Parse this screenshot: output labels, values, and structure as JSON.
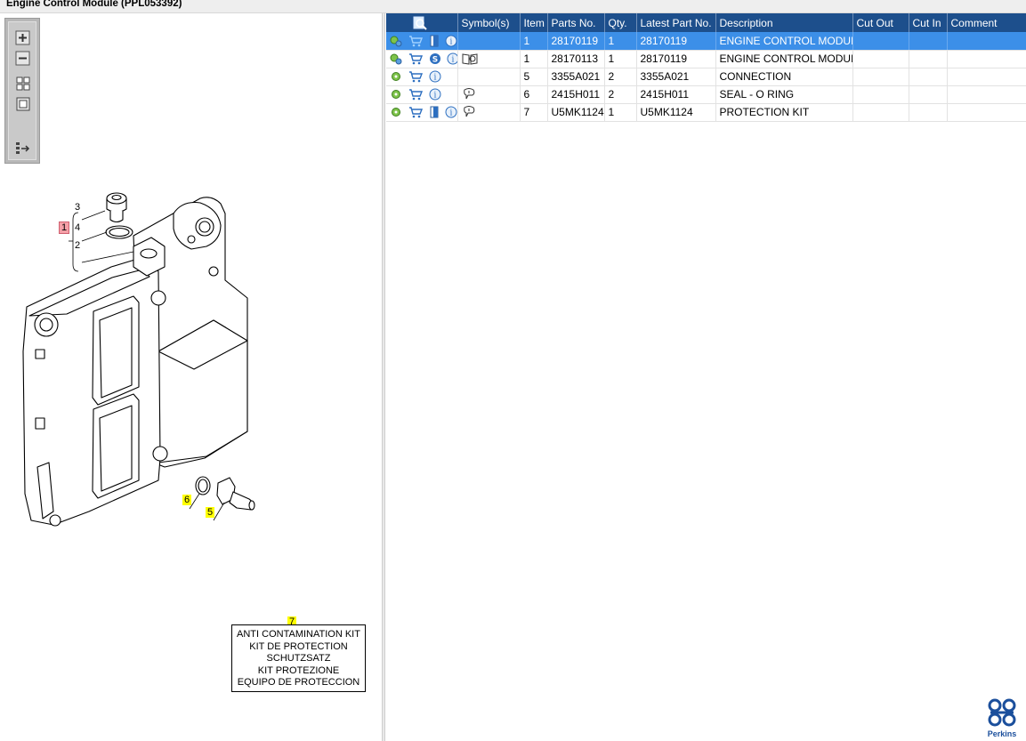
{
  "window": {
    "title": "Engine Control Module (PPL053392)"
  },
  "toolbar": {
    "icons": [
      "zoom-in-icon",
      "zoom-out-icon",
      "zoom-fit-icon",
      "zoom-window-icon",
      "export-icon"
    ]
  },
  "drawing": {
    "callouts": [
      {
        "label": "3",
        "style": "plain"
      },
      {
        "label": "1",
        "style": "red"
      },
      {
        "label": "4",
        "style": "plain"
      },
      {
        "label": "2",
        "style": "plain"
      },
      {
        "label": "6",
        "style": "yellow"
      },
      {
        "label": "5",
        "style": "yellow"
      },
      {
        "label": "7",
        "style": "yellow"
      }
    ],
    "kit_box_lines": [
      "ANTI CONTAMINATION KIT",
      "KIT DE PROTECTION",
      "SCHUTZSATZ",
      "KIT PROTEZIONE",
      "EQUIPO DE PROTECCION"
    ]
  },
  "parts_table": {
    "headers": [
      "",
      "Symbol(s)",
      "Item",
      "Parts No.",
      "Qty.",
      "Latest Part No.",
      "Description",
      "Cut Out",
      "Cut In",
      "Comment"
    ],
    "rows": [
      {
        "icons": [
          "gears-icon",
          "cart-icon",
          "document-icon",
          "info-icon"
        ],
        "symbol": "",
        "item": "1",
        "part_no": "28170119",
        "qty": "1",
        "latest": "28170119",
        "description": "ENGINE CONTROL MODULE",
        "cut_out": "",
        "cut_in": "",
        "comment": "",
        "selected": true
      },
      {
        "icons": [
          "gears-icon",
          "cart-icon",
          "s-badge-icon",
          "info-icon"
        ],
        "symbol": "book-icon",
        "item": "1",
        "part_no": "28170113",
        "qty": "1",
        "latest": "28170119",
        "description": "ENGINE CONTROL MODULE",
        "cut_out": "",
        "cut_in": "",
        "comment": "",
        "selected": false
      },
      {
        "icons": [
          "gear-icon",
          "cart-icon",
          "info-icon"
        ],
        "symbol": "",
        "item": "5",
        "part_no": "3355A021",
        "qty": "2",
        "latest": "3355A021",
        "description": "CONNECTION",
        "cut_out": "",
        "cut_in": "",
        "comment": "",
        "selected": false
      },
      {
        "icons": [
          "gear-icon",
          "cart-icon",
          "info-icon"
        ],
        "symbol": "speech-bubble-icon",
        "item": "6",
        "part_no": "2415H011",
        "qty": "2",
        "latest": "2415H011",
        "description": "SEAL - O RING",
        "cut_out": "",
        "cut_in": "",
        "comment": "",
        "selected": false
      },
      {
        "icons": [
          "gear-icon",
          "cart-icon",
          "document-icon",
          "info-icon"
        ],
        "symbol": "speech-bubble-icon",
        "item": "7",
        "part_no": "U5MK1124",
        "qty": "1",
        "latest": "U5MK1124",
        "description": "PROTECTION KIT",
        "cut_out": "",
        "cut_in": "",
        "comment": "",
        "selected": false
      }
    ]
  },
  "brand": {
    "name": "Perkins",
    "color": "#1b4f9c"
  },
  "colors": {
    "header": "#1d4f8c",
    "selected_row": "#3c8fe8",
    "callout_yellow": "#ffff00",
    "callout_red": "#f5a0a8"
  }
}
